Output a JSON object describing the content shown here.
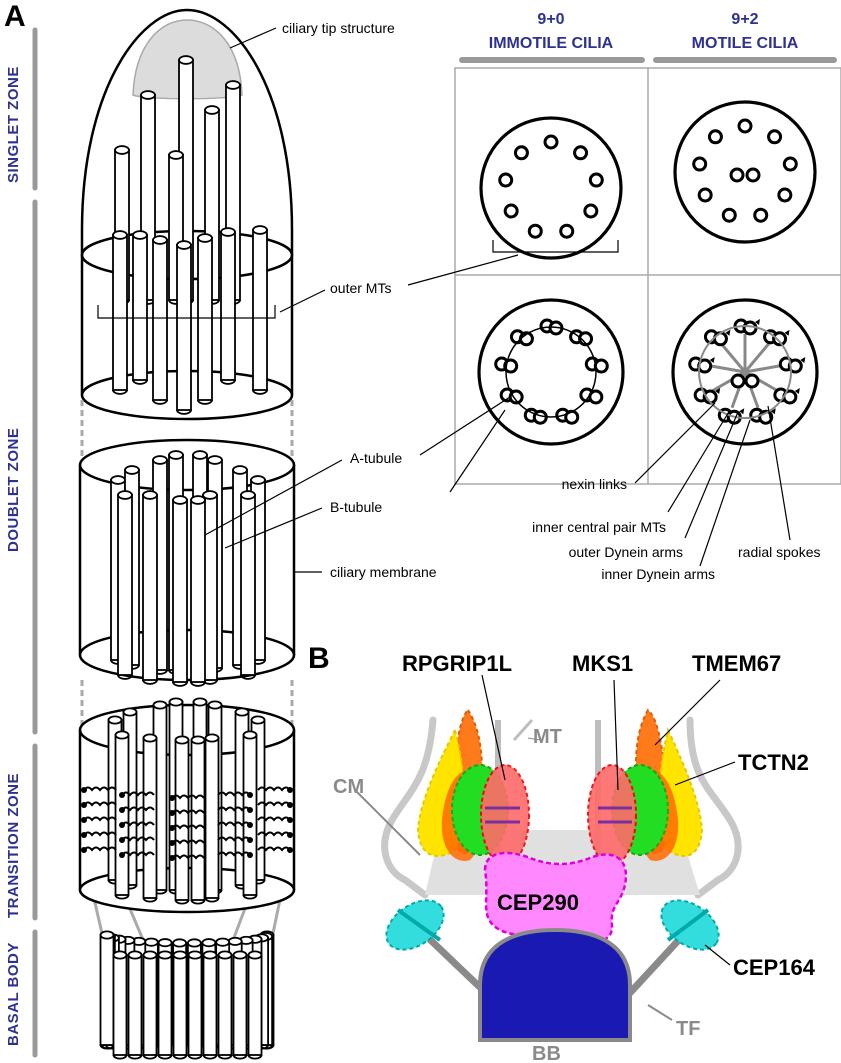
{
  "panels": {
    "a": "A",
    "b": "B"
  },
  "zones": {
    "singlet": "SINGLET ZONE",
    "doublet": "DOUBLET ZONE",
    "transition": "TRANSITION ZONE",
    "basal": "BASAL BODY"
  },
  "cilia_types": {
    "immotile_code": "9+0",
    "immotile_label": "IMMOTILE CILIA",
    "motile_code": "9+2",
    "motile_label": "MOTILE CILIA"
  },
  "labels": {
    "tip": "ciliary tip structure",
    "outer_mts": "outer MTs",
    "a_tubule": "A-tubule",
    "b_tubule": "B-tubule",
    "membrane": "ciliary membrane",
    "nexin": "nexin links",
    "central_pair": "inner central pair MTs",
    "outer_dynein": "outer Dynein arms",
    "inner_dynein": "inner Dynein arms",
    "radial": "radial spokes"
  },
  "proteins": {
    "rpgrip1l": "RPGRIP1L",
    "mks1": "MKS1",
    "tmem67": "TMEM67",
    "tctn2": "TCTN2",
    "cep290": "CEP290",
    "cep164": "CEP164"
  },
  "structures": {
    "mt": "MT",
    "cm": "CM",
    "tf": "TF",
    "bb": "BB"
  },
  "colors": {
    "zone_text": "#2e3192",
    "rpgrip1l": "#ff3b3b",
    "mks1": "#22dd22",
    "tmem67": "#ff7a1a",
    "tctn2": "#ffe400",
    "cep290": "#ff55ff",
    "cep164": "#33dddd",
    "basal_body": "#1a1ab3"
  }
}
